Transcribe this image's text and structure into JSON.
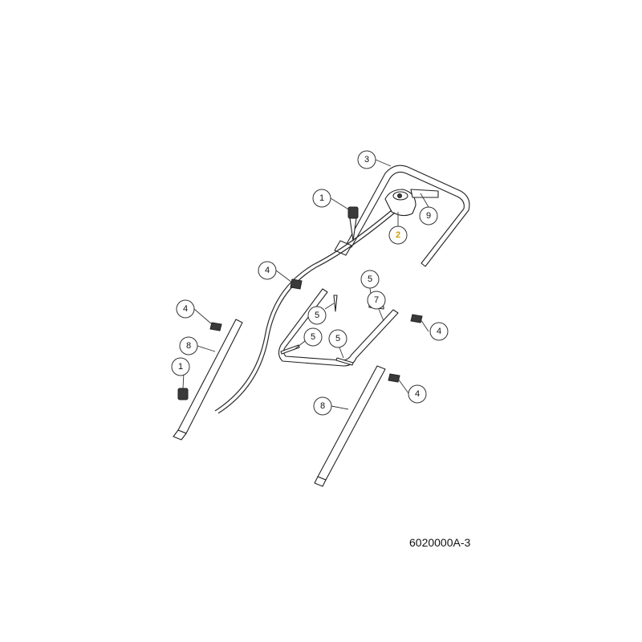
{
  "drawing_number": "6020000A-3",
  "highlight_color": "#c8a000",
  "callouts": [
    {
      "id": "c3",
      "label": "3"
    },
    {
      "id": "c1a",
      "label": "1"
    },
    {
      "id": "c9",
      "label": "9"
    },
    {
      "id": "c2",
      "label": "2",
      "highlight": true
    },
    {
      "id": "c4a",
      "label": "4"
    },
    {
      "id": "c5a",
      "label": "5"
    },
    {
      "id": "c5b",
      "label": "5"
    },
    {
      "id": "c7",
      "label": "7"
    },
    {
      "id": "c4b",
      "label": "4"
    },
    {
      "id": "c4c",
      "label": "4"
    },
    {
      "id": "c8a",
      "label": "8"
    },
    {
      "id": "c5c",
      "label": "5"
    },
    {
      "id": "c5d",
      "label": "5"
    },
    {
      "id": "c1b",
      "label": "1"
    },
    {
      "id": "c4d",
      "label": "4"
    },
    {
      "id": "c8b",
      "label": "8"
    }
  ]
}
